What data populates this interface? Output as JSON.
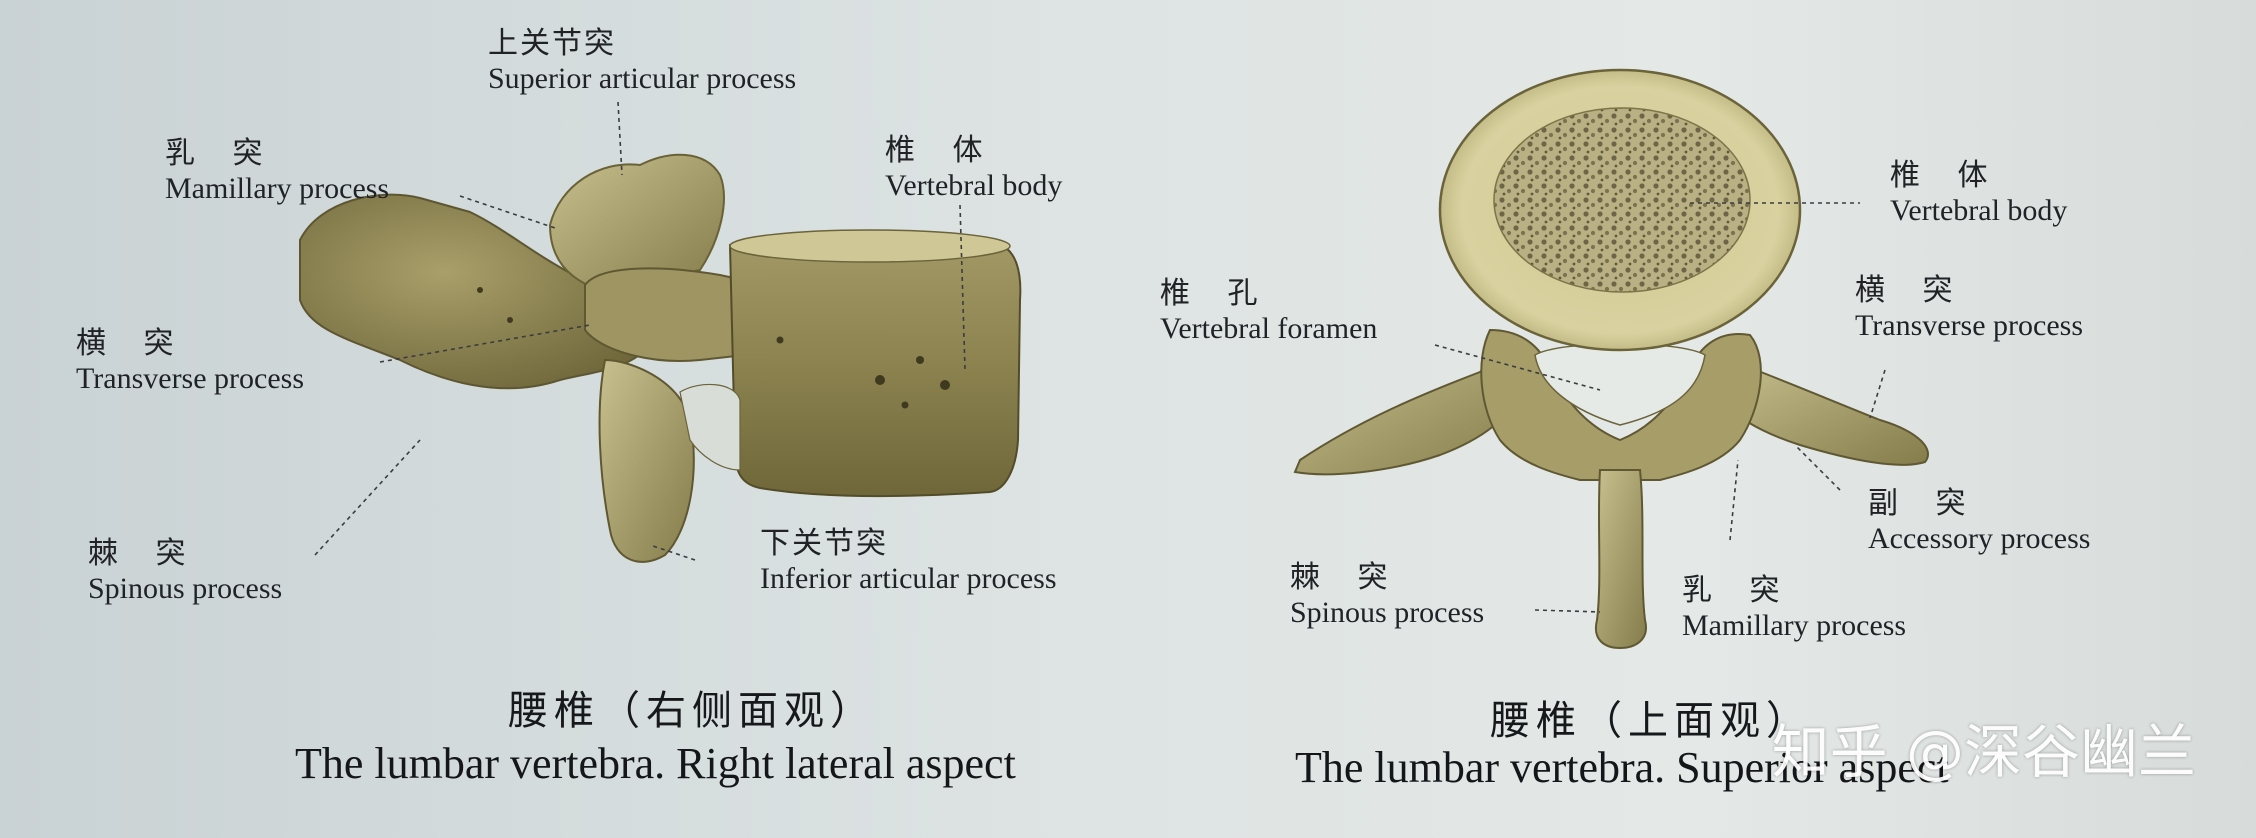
{
  "left_view": {
    "labels": {
      "superior_articular": {
        "zh": "上关节突",
        "en": "Superior articular process"
      },
      "mamillary": {
        "zh": "乳 突",
        "en": "Mamillary process"
      },
      "vertebral_body": {
        "zh": "椎 体",
        "en": "Vertebral body"
      },
      "transverse": {
        "zh": "横 突",
        "en": "Transverse process"
      },
      "spinous": {
        "zh": "棘 突",
        "en": "Spinous process"
      },
      "inferior_articular": {
        "zh": "下关节突",
        "en": "Inferior articular process"
      }
    },
    "caption": {
      "zh": "腰椎（右侧面观）",
      "en": "The lumbar vertebra. Right lateral aspect"
    }
  },
  "right_view": {
    "labels": {
      "vertebral_body": {
        "zh": "椎 体",
        "en": "Vertebral body"
      },
      "vertebral_foramen": {
        "zh": "椎 孔",
        "en": "Vertebral foramen"
      },
      "transverse": {
        "zh": "横 突",
        "en": "Transverse process"
      },
      "accessory": {
        "zh": "副 突",
        "en": "Accessory process"
      },
      "spinous": {
        "zh": "棘 突",
        "en": "Spinous process"
      },
      "mamillary": {
        "zh": "乳 突",
        "en": "Mamillary process"
      }
    },
    "caption": {
      "zh": "腰椎（上面观）",
      "en": "The lumbar vertebra. Superior aspect"
    }
  },
  "watermark": "知乎 @深谷幽兰",
  "colors": {
    "bone": "#b6ad7c",
    "bone_dark": "#7d7447",
    "bone_light": "#e4dfb5",
    "leader": "#3a3c40"
  }
}
